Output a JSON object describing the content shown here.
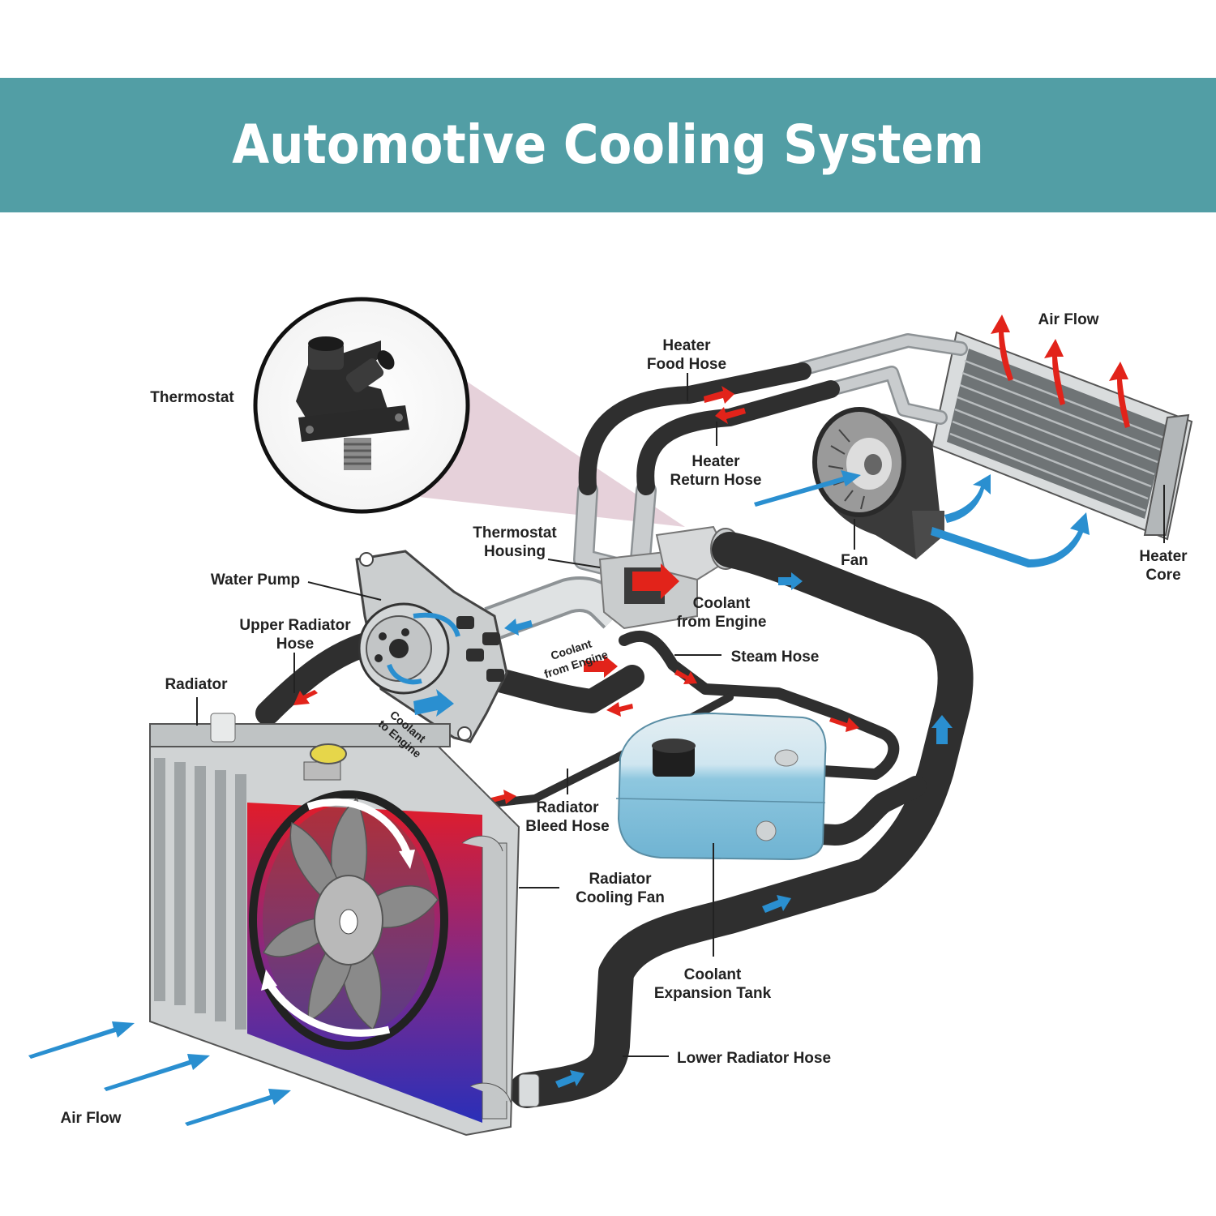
{
  "title": "Automotive Cooling System",
  "labels": {
    "thermostat": "Thermostat",
    "heater_food_hose_1": "Heater",
    "heater_food_hose_2": "Food Hose",
    "heater_return_hose_1": "Heater",
    "heater_return_hose_2": "Return Hose",
    "air_flow_top": "Air Flow",
    "fan": "Fan",
    "heater_core_1": "Heater",
    "heater_core_2": "Core",
    "thermostat_housing_1": "Thermostat",
    "thermostat_housing_2": "Housing",
    "water_pump": "Water Pump",
    "upper_radiator_hose_1": "Upper Radiator",
    "upper_radiator_hose_2": "Hose",
    "coolant_from_engine_1": "Coolant",
    "coolant_from_engine_2": "from Engine",
    "coolant_from_engine_small_1": "Coolant",
    "coolant_from_engine_small_2": "from Engine",
    "steam_hose": "Steam Hose",
    "radiator": "Radiator",
    "coolant_to_engine_1": "Coolant",
    "coolant_to_engine_2": "to Engine",
    "radiator_bleed_hose_1": "Radiator",
    "radiator_bleed_hose_2": "Bleed Hose",
    "radiator_cooling_fan_1": "Radiator",
    "radiator_cooling_fan_2": "Cooling Fan",
    "coolant_expansion_tank_1": "Coolant",
    "coolant_expansion_tank_2": "Expansion Tank",
    "lower_radiator_hose": "Lower Radiator Hose",
    "air_flow_bottom": "Air Flow"
  },
  "colors": {
    "banner": "#529ea5",
    "hot_coolant": "#e2231a",
    "cool_coolant": "#2a8fd0",
    "hose": "#2f2f2f",
    "tank": "#a9d3e6"
  },
  "icons": [
    "thermostat-icon",
    "water-pump-icon",
    "radiator-icon",
    "cooling-fan-icon",
    "heater-core-icon",
    "blower-fan-icon",
    "expansion-tank-icon",
    "flow-arrow-icon"
  ]
}
